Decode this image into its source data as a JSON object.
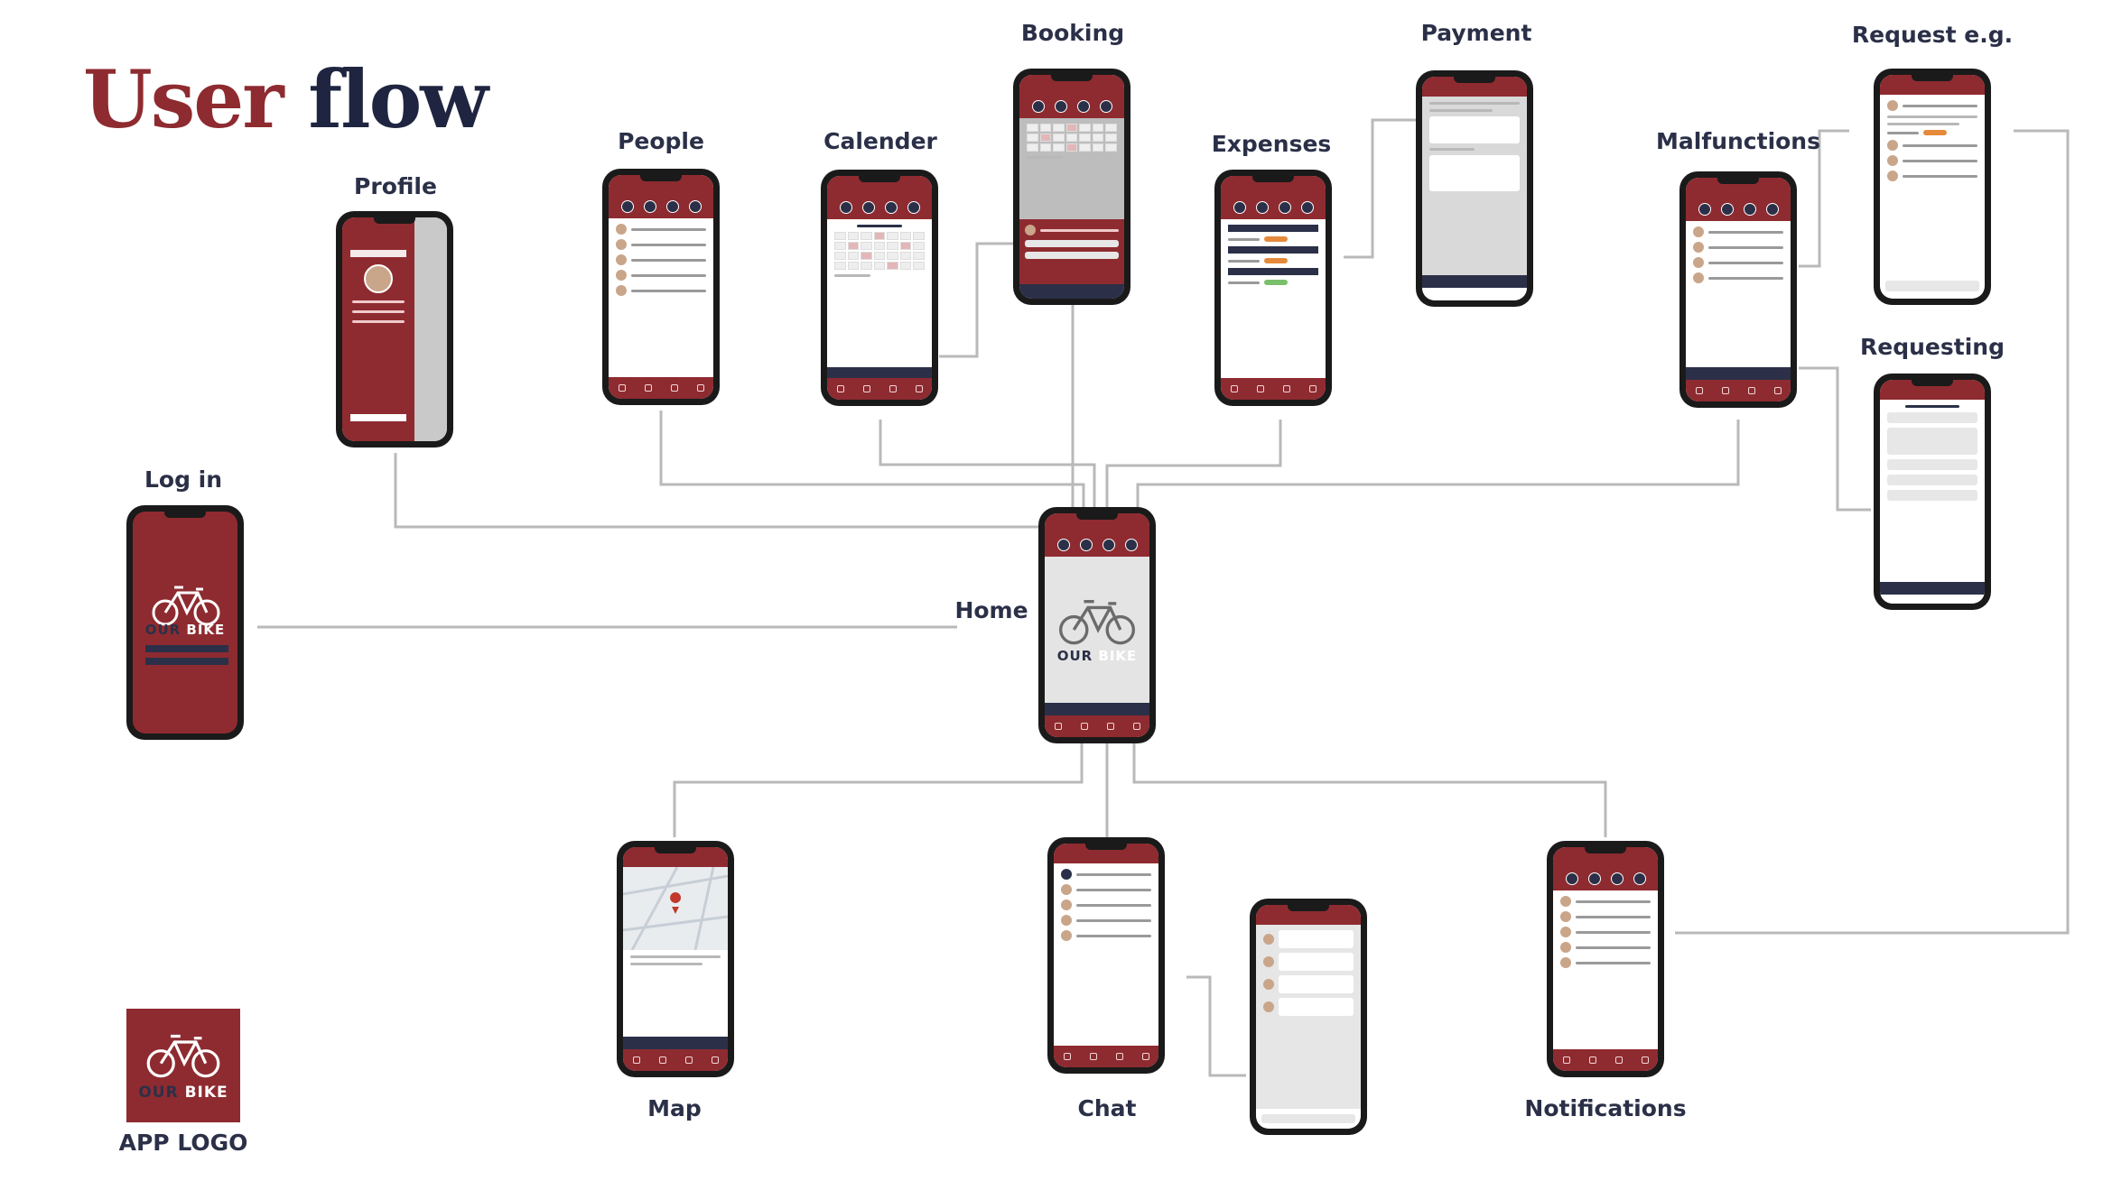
{
  "title": {
    "part1": "User",
    "part2": "flow"
  },
  "screens": {
    "login": "Log in",
    "profile": "Profile",
    "people": "People",
    "calender": "Calender",
    "booking": "Booking",
    "expenses": "Expenses",
    "payment": "Payment",
    "malfunctions": "Malfunctions",
    "request_eg": "Request e.g.",
    "requesting": "Requesting",
    "home": "Home",
    "map": "Map",
    "chat": "Chat",
    "notifications": "Notifications"
  },
  "brand": {
    "word1": "OUR",
    "word2": "BIKE"
  },
  "app_logo_label": "APP LOGO",
  "colors": {
    "primary": "#8e2b30",
    "navy": "#2b3048",
    "connector": "#b9b9b9"
  }
}
